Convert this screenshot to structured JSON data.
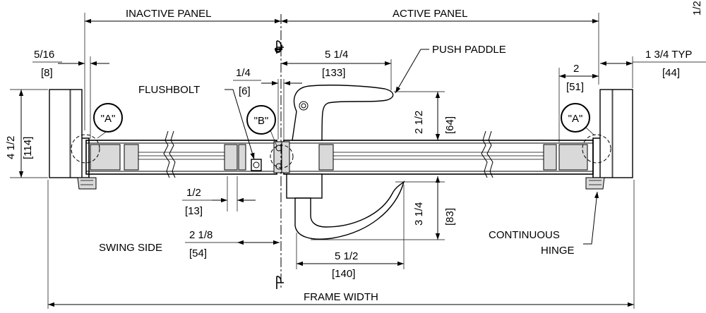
{
  "labels": {
    "inactive_panel": "INACTIVE PANEL",
    "active_panel": "ACTIVE PANEL",
    "push_paddle": "PUSH PADDLE",
    "flushbolt": "FLUSHBOLT",
    "swing_side": "SWING SIDE",
    "continuous": "CONTINUOUS",
    "hinge": "HINGE",
    "frame_width": "FRAME WIDTH",
    "cut_top": "1/2"
  },
  "callouts": {
    "a_left": "\"A\"",
    "b": "\"B\"",
    "a_right": "\"A\""
  },
  "dims": {
    "d5_16": "5/16",
    "d5_16_mm": "[8]",
    "d1_4": "1/4",
    "d1_4_mm": "[6]",
    "d5_1_4": "5 1/4",
    "d5_1_4_mm": "[133]",
    "d2_1_2": "2 1/2",
    "d2_1_2_mm": "[64]",
    "d2": "2",
    "d2_mm": "[51]",
    "d1_3_4": "1 3/4 TYP",
    "d1_3_4_mm": "[44]",
    "d4_1_2": "4 1/2",
    "d4_1_2_mm": "[114]",
    "d1_2": "1/2",
    "d1_2_mm": "[13]",
    "d2_1_8": "2 1/8",
    "d2_1_8_mm": "[54]",
    "d3_1_4": "3 1/4",
    "d3_1_4_mm": "[83]",
    "d5_1_2": "5 1/2",
    "d5_1_2_mm": "[140]"
  }
}
